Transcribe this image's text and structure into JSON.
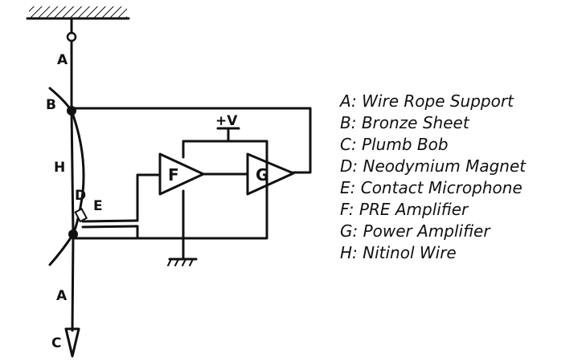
{
  "diagram": {
    "labels": {
      "wire_top": "A",
      "sheet": "B",
      "nitinol": "H",
      "magnet": "D",
      "mic": "E",
      "wire_bottom": "A",
      "bob": "C",
      "supply": "+V",
      "preamp": "F",
      "poweramp": "G"
    },
    "legend": [
      "A: Wire Rope Support",
      "B: Bronze Sheet",
      "C: Plumb Bob",
      "D: Neodymium Magnet",
      "E: Contact Microphone",
      "F: PRE Amplifier",
      "G: Power Amplifier",
      "H: Nitinol Wire"
    ]
  }
}
